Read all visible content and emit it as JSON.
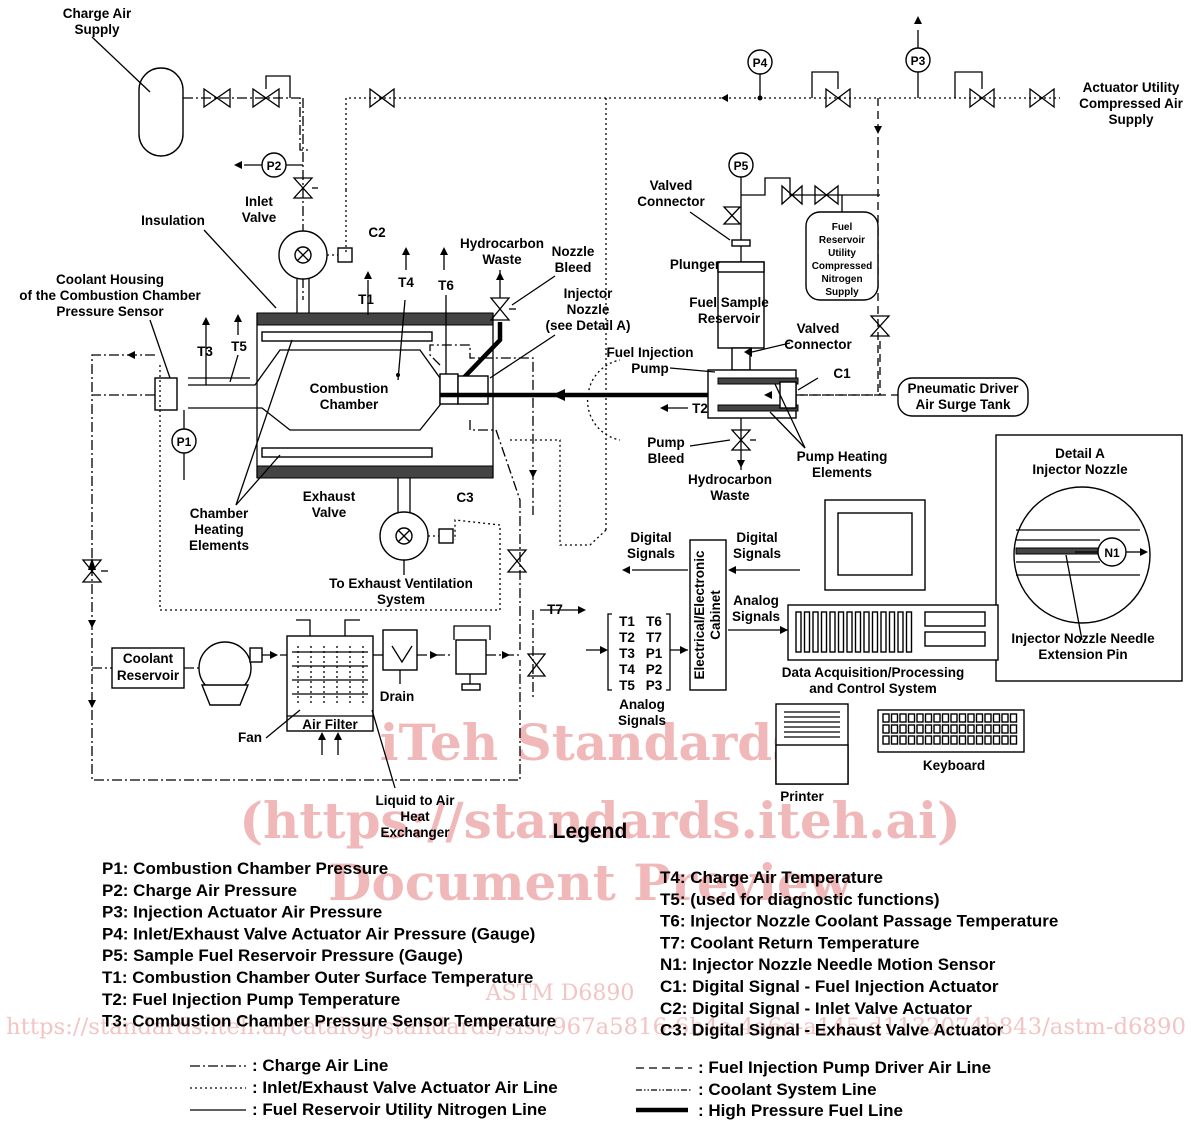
{
  "labels": {
    "charge_air_supply": [
      "Charge Air",
      "Supply"
    ],
    "actuator_supply": [
      "Actuator Utility",
      "Compressed Air",
      "Supply"
    ],
    "inlet_valve": [
      "Inlet",
      "Valve"
    ],
    "insulation": "Insulation",
    "coolant_housing": [
      "Coolant Housing",
      "of the Combustion Chamber",
      "Pressure Sensor"
    ],
    "hydrocarbon_waste_top": [
      "Hydrocarbon",
      "Waste"
    ],
    "nozzle_bleed": [
      "Nozzle",
      "Bleed"
    ],
    "injector_nozzle": [
      "Injector",
      "Nozzle",
      "(see Detail A)"
    ],
    "combustion_chamber": [
      "Combustion",
      "Chamber"
    ],
    "chamber_heating": [
      "Chamber",
      "Heating",
      "Elements"
    ],
    "exhaust_valve": [
      "Exhaust",
      "Valve"
    ],
    "to_exhaust": [
      "To Exhaust Ventilation",
      "System"
    ],
    "valved_connector_top": [
      "Valved",
      "Connector"
    ],
    "plunger": "Plunger",
    "fuel_sample_reservoir": [
      "Fuel Sample",
      "Reservoir"
    ],
    "valved_connector_mid": [
      "Valved",
      "Connector"
    ],
    "fuel_injection_pump": [
      "Fuel Injection",
      "Pump"
    ],
    "fuel_reservoir_supply": [
      "Fuel",
      "Reservoir",
      "Utility",
      "Compressed",
      "Nitrogen",
      "Supply"
    ],
    "pneumatic_driver": [
      "Pneumatic Driver",
      "Air Surge Tank"
    ],
    "pump_bleed": [
      "Pump",
      "Bleed"
    ],
    "hydrocarbon_waste_bottom": [
      "Hydrocarbon",
      "Waste"
    ],
    "pump_heating": [
      "Pump Heating",
      "Elements"
    ],
    "detail_a": [
      "Detail A",
      "Injector Nozzle"
    ],
    "needle_pin": [
      "Injector Nozzle Needle",
      "Extension Pin"
    ],
    "digital_signals_out": [
      "Digital",
      "Signals"
    ],
    "digital_signals_in": [
      "Digital",
      "Signals"
    ],
    "analog_signals_right": [
      "Analog",
      "Signals"
    ],
    "analog_signals_bottom": [
      "Analog",
      "Signals"
    ],
    "cabinet": [
      "Electrical/Electronic",
      "Cabinet"
    ],
    "daq": [
      "Data Acquisition/Processing",
      "and Control System"
    ],
    "keyboard": "Keyboard",
    "printer": "Printer",
    "coolant_reservoir": [
      "Coolant",
      "Reservoir"
    ],
    "drain": "Drain",
    "fan": "Fan",
    "air_filter": "Air Filter",
    "heat_exchanger": [
      "Liquid to Air",
      "Heat",
      "Exchanger"
    ]
  },
  "tags": {
    "P1": "P1",
    "P2": "P2",
    "P3": "P3",
    "P4": "P4",
    "P5": "P5",
    "T1": "T1",
    "T2": "T2",
    "T3": "T3",
    "T4": "T4",
    "T5": "T5",
    "T6": "T6",
    "T7": "T7",
    "C1": "C1",
    "C2": "C2",
    "C3": "C3",
    "N1": "N1"
  },
  "analog_list": [
    [
      "T1",
      "T6"
    ],
    [
      "T2",
      "T7"
    ],
    [
      "T3",
      "P1"
    ],
    [
      "T4",
      "P2"
    ],
    [
      "T5",
      "P3"
    ]
  ],
  "legend": {
    "title": "Legend",
    "left": [
      "P1: Combustion Chamber Pressure",
      "P2: Charge Air Pressure",
      "P3: Injection Actuator Air Pressure",
      "P4: Inlet/Exhaust Valve Actuator Air Pressure (Gauge)",
      "P5: Sample Fuel Reservoir Pressure (Gauge)",
      "T1: Combustion Chamber Outer Surface Temperature",
      "T2: Fuel Injection Pump Temperature",
      "T3: Combustion Chamber Pressure Sensor Temperature"
    ],
    "right": [
      "T4: Charge Air Temperature",
      "T5: (used for diagnostic functions)",
      "T6: Injector Nozzle Coolant Passage Temperature",
      "T7: Coolant Return Temperature",
      "N1: Injector Nozzle Needle Motion Sensor",
      "C1: Digital Signal - Fuel Injection Actuator",
      "C2: Digital Signal - Inlet Valve Actuator",
      "C3: Digital Signal - Exhaust Valve Actuator"
    ],
    "lines_left": [
      ": Charge Air Line",
      ": Inlet/Exhaust Valve Actuator Air Line",
      ": Fuel Reservoir Utility Nitrogen Line"
    ],
    "lines_right": [
      ": Fuel Injection Pump Driver Air Line",
      ": Coolant System Line",
      ": High Pressure Fuel Line"
    ]
  },
  "watermark": {
    "line1": "iTeh Standards",
    "line2": "(https://standards.iteh.ai)",
    "line3": "Document Preview",
    "line4": "ASTM D6890",
    "url": "https://standards.iteh.ai/catalog/standards/sist/967a5816-6b4e-4a6e-a145-d1132074b843/astm-d6890"
  }
}
